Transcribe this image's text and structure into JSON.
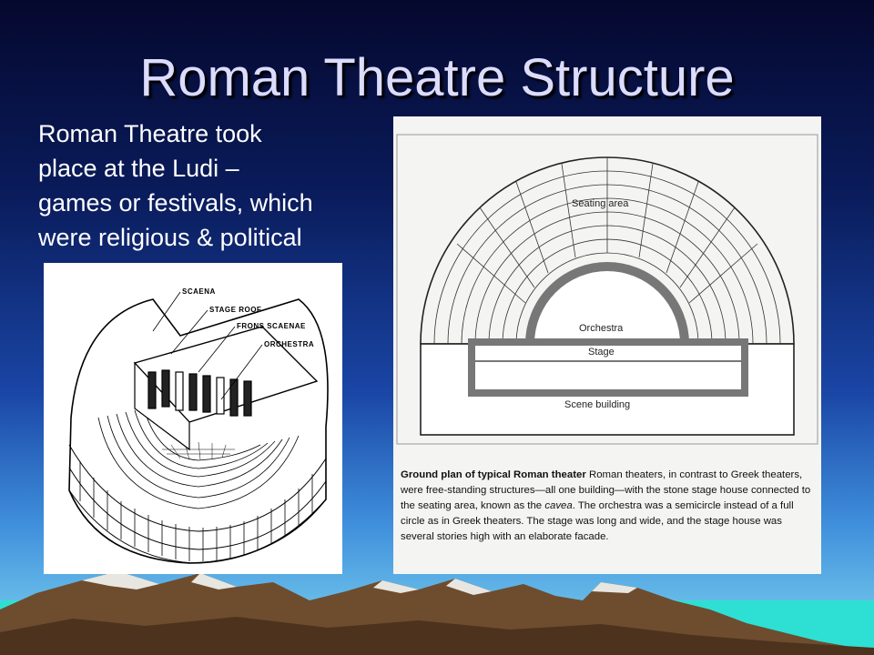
{
  "slide": {
    "title": "Roman Theatre Structure",
    "body_lines": [
      "Roman Theatre took",
      "place at the Ludi –",
      "games or festivals, which",
      "were religious & political"
    ]
  },
  "iso_figure": {
    "labels": {
      "scaena": "SCAENA",
      "stage_roof": "STAGE ROOF",
      "frons_scaenae": "FRONS SCAENAE",
      "orchestra": "ORCHESTRA"
    }
  },
  "plan_figure": {
    "labels": {
      "seating_area": "Seating area",
      "orchestra": "Orchestra",
      "stage": "Stage",
      "scene_building": "Scene building"
    },
    "caption": {
      "heading": "Ground plan of typical Roman theater",
      "text_1": " Roman theaters, in contrast to Greek theaters, were free-standing structures—all one building—with the stone stage house connected to the seating area, known as the ",
      "cavea": "cavea",
      "text_2": ". The orchestra was a semicircle instead of a full circle as in Greek theaters. The stage was long and wide, and the stage house was several stories high with an elaborate facade."
    }
  },
  "colors": {
    "title_text": "#dcdcff",
    "body_text": "#ffffff",
    "mountain_brown": "#7a5634",
    "mountain_snow": "#e8e6e0",
    "ground_teal": "#2ee0d4"
  }
}
